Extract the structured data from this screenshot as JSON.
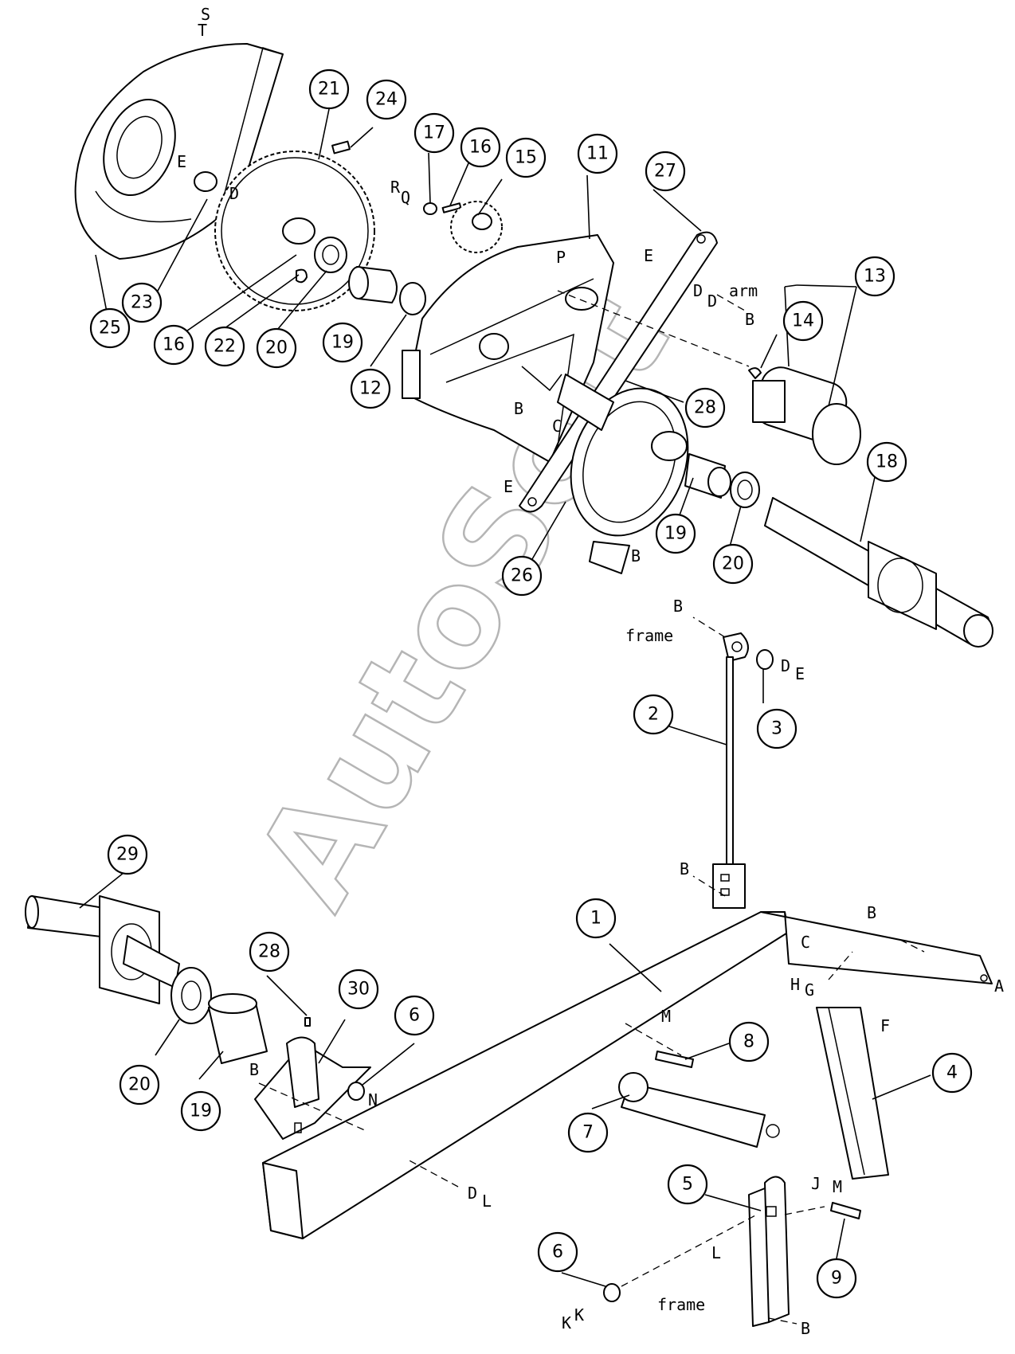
{
  "watermark": "AutoSoft",
  "callouts": [
    {
      "id": "c25",
      "text": "25"
    },
    {
      "id": "c23",
      "text": "23"
    },
    {
      "id": "c21",
      "text": "21"
    },
    {
      "id": "c24",
      "text": "24"
    },
    {
      "id": "c16a",
      "text": "16"
    },
    {
      "id": "c22",
      "text": "22"
    },
    {
      "id": "c20a",
      "text": "20"
    },
    {
      "id": "c19a",
      "text": "19"
    },
    {
      "id": "c12",
      "text": "12"
    },
    {
      "id": "c17",
      "text": "17"
    },
    {
      "id": "c16b",
      "text": "16"
    },
    {
      "id": "c15",
      "text": "15"
    },
    {
      "id": "c11",
      "text": "11"
    },
    {
      "id": "c27",
      "text": "27"
    },
    {
      "id": "c13",
      "text": "13"
    },
    {
      "id": "c14",
      "text": "14"
    },
    {
      "id": "c28a",
      "text": "28"
    },
    {
      "id": "c18",
      "text": "18"
    },
    {
      "id": "c19b",
      "text": "19"
    },
    {
      "id": "c20b",
      "text": "20"
    },
    {
      "id": "c26",
      "text": "26"
    },
    {
      "id": "c2",
      "text": "2"
    },
    {
      "id": "c3",
      "text": "3"
    },
    {
      "id": "c29",
      "text": "29"
    },
    {
      "id": "c1",
      "text": "1"
    },
    {
      "id": "c28b",
      "text": "28"
    },
    {
      "id": "c30",
      "text": "30"
    },
    {
      "id": "c6a",
      "text": "6"
    },
    {
      "id": "c20c",
      "text": "20"
    },
    {
      "id": "c19c",
      "text": "19"
    },
    {
      "id": "c8",
      "text": "8"
    },
    {
      "id": "c4",
      "text": "4"
    },
    {
      "id": "c7",
      "text": "7"
    },
    {
      "id": "c5",
      "text": "5"
    },
    {
      "id": "c9",
      "text": "9"
    },
    {
      "id": "c6b",
      "text": "6"
    }
  ],
  "letters": [
    {
      "id": "l1",
      "text": "S"
    },
    {
      "id": "l2",
      "text": "T"
    },
    {
      "id": "l3",
      "text": "E"
    },
    {
      "id": "l4",
      "text": "D"
    },
    {
      "id": "l5",
      "text": "R"
    },
    {
      "id": "l6",
      "text": "Q"
    },
    {
      "id": "l7",
      "text": "P"
    },
    {
      "id": "l8",
      "text": "E"
    },
    {
      "id": "l9",
      "text": "D"
    },
    {
      "id": "l10",
      "text": "D"
    },
    {
      "id": "l11",
      "text": "arm"
    },
    {
      "id": "l12",
      "text": "B"
    },
    {
      "id": "l13",
      "text": "B"
    },
    {
      "id": "l14",
      "text": "C"
    },
    {
      "id": "l15",
      "text": "E"
    },
    {
      "id": "l16",
      "text": "B"
    },
    {
      "id": "l17",
      "text": "B"
    },
    {
      "id": "l18",
      "text": "frame"
    },
    {
      "id": "l19",
      "text": "D"
    },
    {
      "id": "l20",
      "text": "E"
    },
    {
      "id": "l21",
      "text": "B"
    },
    {
      "id": "l22",
      "text": "B"
    },
    {
      "id": "l23",
      "text": "C"
    },
    {
      "id": "l24",
      "text": "A"
    },
    {
      "id": "l25",
      "text": "H"
    },
    {
      "id": "l26",
      "text": "G"
    },
    {
      "id": "l27",
      "text": "F"
    },
    {
      "id": "l28",
      "text": "M"
    },
    {
      "id": "l29",
      "text": "B"
    },
    {
      "id": "l30",
      "text": "N"
    },
    {
      "id": "l31",
      "text": "D"
    },
    {
      "id": "l32",
      "text": "L"
    },
    {
      "id": "l33",
      "text": "J"
    },
    {
      "id": "l34",
      "text": "M"
    },
    {
      "id": "l35",
      "text": "L"
    },
    {
      "id": "l36",
      "text": "frame"
    },
    {
      "id": "l37",
      "text": "B"
    },
    {
      "id": "l38",
      "text": "K"
    },
    {
      "id": "l39",
      "text": "K"
    }
  ]
}
